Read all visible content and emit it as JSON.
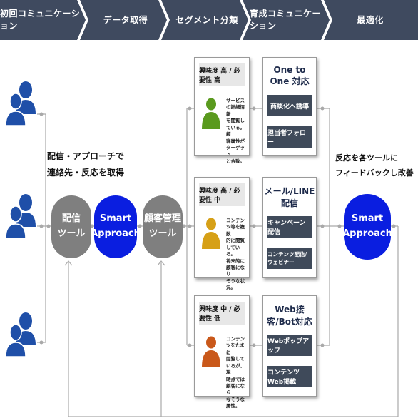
{
  "header": {
    "steps": [
      "初回コミュニケーション",
      "データ取得",
      "セグメント分類",
      "育成コミュニケーション",
      "最適化"
    ],
    "color": "#3f4a5f"
  },
  "left_label": "配信・アプローチで\n連絡先・反応を取得",
  "right_label": "反応を各ツールに\nフィードバックし改善",
  "pills": {
    "delivery_tool": "配信\nツール",
    "smart_approach_1": "Smart\nApproach",
    "crm_tool": "顧客管理\nツール",
    "smart_approach_2": "Smart\nApproach"
  },
  "segments": [
    {
      "title": "興味度 高 / 必要性 高",
      "desc": "サービスの詳細情報\nを閲覧している。顧\n客属性がターゲット\nと合致。",
      "person_color": "#5a9a1e"
    },
    {
      "title": "興味度 高 / 必要性 中",
      "desc": "コンテンツ等を複数\n的に閲覧している。\n将来的に顧客になり\nそうな状況。",
      "person_color": "#d6a017"
    },
    {
      "title": "興味度 中 / 必要性 低",
      "desc": "コンテンツをたまに\n閲覧しているが、現\n時点では顧客になら\nなそうな属性。",
      "person_color": "#c9581a"
    }
  ],
  "actions": [
    {
      "title": "One to One 対応",
      "buttons": [
        "商談化へ誘導",
        "担当者フォロー"
      ]
    },
    {
      "title": "メール/LINE配信",
      "buttons": [
        "キャンペーン配信",
        "コンテンツ配信/ウェビナー"
      ]
    },
    {
      "title": "Web接客/Bot対応",
      "buttons": [
        "Webポップアップ",
        "コンテンツWeb掲載"
      ]
    }
  ],
  "colors": {
    "user_blue": "#1f4fa8",
    "pill_gray": "#7f7f7f",
    "pill_blue": "#0a1ee0",
    "button_dark": "#3f4a5a"
  }
}
